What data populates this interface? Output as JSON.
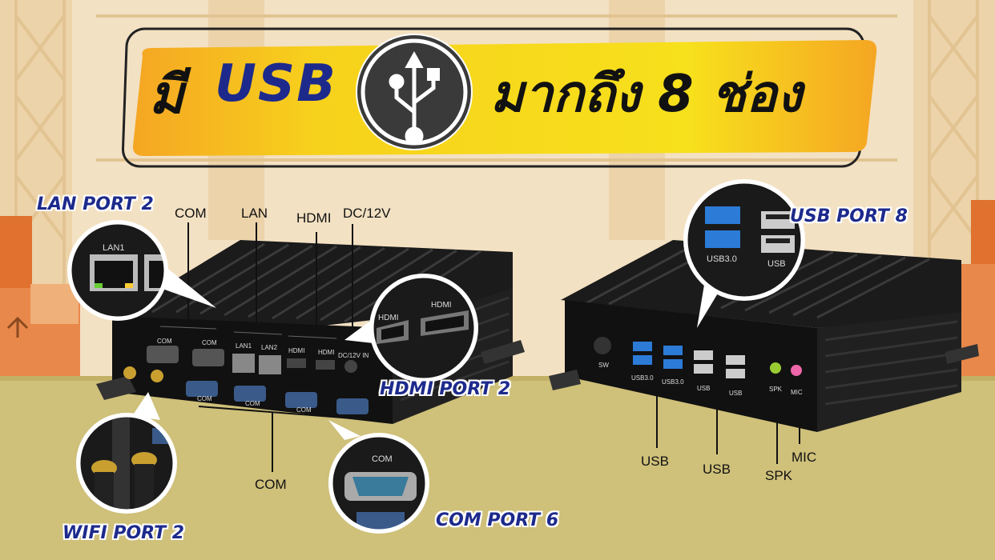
{
  "banner": {
    "word_mi": "มี",
    "word_usb": "USB",
    "word_rest": "มากถึง 8 ช่อง",
    "icon": "usb-icon"
  },
  "left_device": {
    "callouts": {
      "lan_port": "LAN PORT 2",
      "wifi_port": "WIFI PORT 2",
      "hdmi_port": "HDMI PORT 2",
      "com_port": "COM PORT 6"
    },
    "labels": {
      "com_top": "COM",
      "lan": "LAN",
      "hdmi": "HDMI",
      "dc": "DC/12V",
      "com_bottom": "COM"
    },
    "panel_text": {
      "com1": "COM",
      "com2": "COM",
      "lan1": "LAN1",
      "lan2": "LAN2",
      "hdmi1": "HDMI",
      "hdmi2": "HDMI",
      "dc_in": "DC/12V IN",
      "com_b1": "COM",
      "com_b2": "COM",
      "com_b3": "COM"
    },
    "zoom_text": {
      "lan1": "LAN1",
      "hdmi_a": "HDMI",
      "hdmi_b": "HDMI",
      "com": "COM"
    }
  },
  "right_device": {
    "callouts": {
      "usb_port": "USB PORT 8"
    },
    "labels": {
      "usb1": "USB",
      "usb2": "USB",
      "spk": "SPK",
      "mic": "MIC"
    },
    "panel_text": {
      "sw": "SW",
      "usb30_a": "USB3.0",
      "usb30_b": "USB3.0",
      "usb_a": "USB",
      "usb_b": "USB",
      "spk": "SPK",
      "mic": "MIC"
    },
    "zoom_text": {
      "usb30": "USB3.0",
      "usb": "USB"
    }
  },
  "colors": {
    "banner_yellow": "#f7d21c",
    "usb_blue": "#1d2a8c",
    "device_black": "#111111",
    "background_top": "#f3e1c3",
    "background_floor": "#cfc07a"
  }
}
